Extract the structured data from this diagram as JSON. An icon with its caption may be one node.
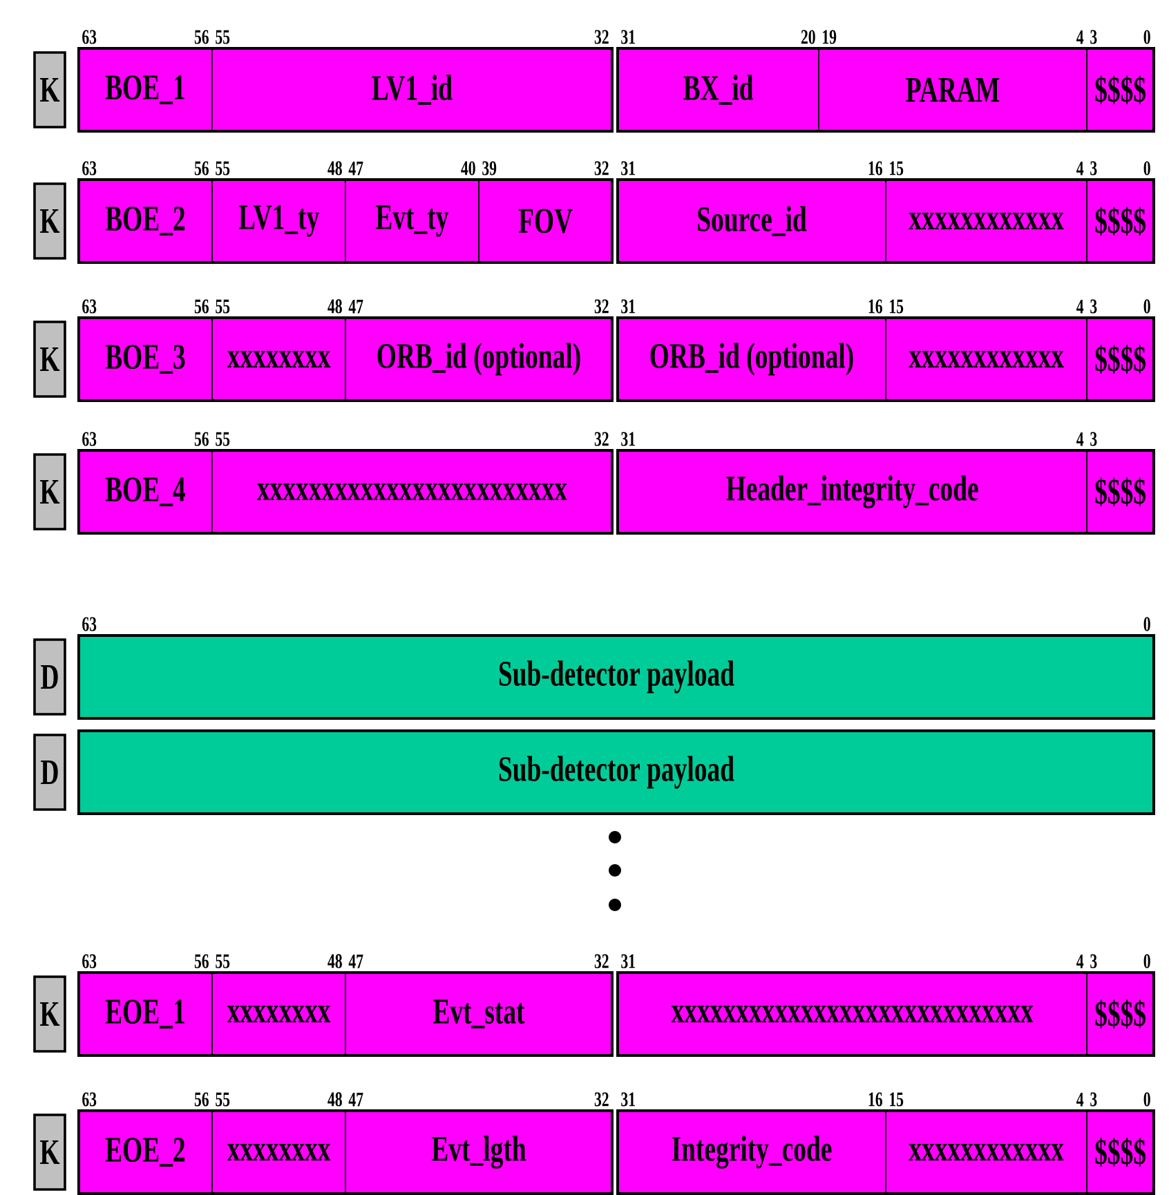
{
  "diagram": {
    "nodes": [
      {
        "text": [
          "K"
        ]
      },
      {
        "text": [
          "BOE_1"
        ]
      },
      {
        "text": [
          "LV1_id"
        ]
      },
      {
        "text": [
          "BX_id"
        ]
      },
      {
        "text": [
          "PARAM"
        ]
      },
      {
        "text": [
          "$$$$"
        ]
      },
      {
        "text": [
          "K"
        ]
      },
      {
        "text": [
          "BOE_2"
        ]
      },
      {
        "text": [
          "LV1_ty"
        ]
      },
      {
        "text": [
          "Evt_ty"
        ]
      },
      {
        "text": [
          "FOV"
        ]
      },
      {
        "text": [
          "Source_id"
        ]
      },
      {
        "text": [
          "xxxxxxxxxxxx"
        ]
      },
      {
        "text": [
          "$$$$"
        ]
      },
      {
        "text": [
          "K"
        ]
      },
      {
        "text": [
          "BOE_3"
        ]
      },
      {
        "text": [
          "xxxxxxxx"
        ]
      },
      {
        "text": [
          "ORB_id (optional)"
        ]
      },
      {
        "text": [
          "ORB_id (optional)"
        ]
      },
      {
        "text": [
          "xxxxxxxxxxxx"
        ]
      },
      {
        "text": [
          "$$$$"
        ]
      },
      {
        "text": [
          "K"
        ]
      },
      {
        "text": [
          "BOE_4"
        ]
      },
      {
        "text": [
          "xxxxxxxxxxxxxxxxxxxxxxxx"
        ]
      },
      {
        "text": [
          "Header_integrity_code"
        ]
      },
      {
        "text": [
          "$$$$"
        ]
      },
      {
        "text": [
          "D"
        ]
      },
      {
        "text": [
          "Sub-detector payload"
        ]
      },
      {
        "text": [
          "D"
        ]
      },
      {
        "text": [
          "Sub-detector payload"
        ]
      },
      {
        "text": [
          "K"
        ]
      },
      {
        "text": [
          "EOE_1"
        ]
      },
      {
        "text": [
          "xxxxxxxx"
        ]
      },
      {
        "text": [
          "Evt_stat"
        ]
      },
      {
        "text": [
          "xxxxxxxxxxxxxxxxxxxxxxxxxxxx"
        ]
      },
      {
        "text": [
          "$$$$"
        ]
      },
      {
        "text": [
          "K"
        ]
      },
      {
        "text": [
          "EOE_2"
        ]
      },
      {
        "text": [
          "xxxxxxxx"
        ]
      },
      {
        "text": [
          "Evt_lgth"
        ]
      },
      {
        "text": [
          "Integrity_code"
        ]
      },
      {
        "text": [
          "xxxxxxxxxxxx"
        ]
      },
      {
        "text": [
          "$$$$"
        ]
      }
    ],
    "labels": [
      "63",
      "56",
      "55",
      "32",
      "31",
      "20",
      "19",
      "4",
      "3",
      "0",
      "63",
      "56",
      "55",
      "48",
      "47",
      "40",
      "39",
      "32",
      "31",
      "16",
      "15",
      "4",
      "3",
      "0",
      "63",
      "56",
      "55",
      "48",
      "47",
      "32",
      "31",
      "16",
      "15",
      "4",
      "3",
      "0",
      "63",
      "56",
      "55",
      "32",
      "31",
      "4",
      "3",
      "63",
      "0",
      "63",
      "56",
      "55",
      "48",
      "47",
      "32",
      "31",
      "4",
      "3",
      "0",
      "63",
      "56",
      "55",
      "48",
      "47",
      "32",
      "31",
      "16",
      "15",
      "4",
      "3",
      "0"
    ]
  }
}
